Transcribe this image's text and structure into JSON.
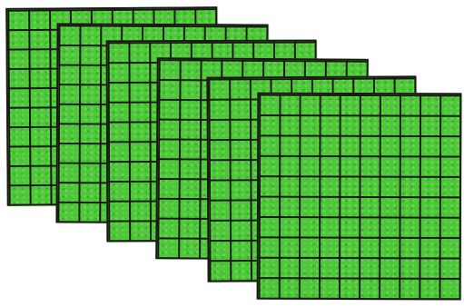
{
  "figure": {
    "description_shown": false,
    "grids": [
      {
        "id": "grid-1",
        "rows": 10,
        "cols": 10
      },
      {
        "id": "grid-2",
        "rows": 10,
        "cols": 10
      },
      {
        "id": "grid-3",
        "rows": 10,
        "cols": 10
      },
      {
        "id": "grid-4",
        "rows": 10,
        "cols": 10
      },
      {
        "id": "grid-5",
        "rows": 10,
        "cols": 10
      },
      {
        "id": "grid-6",
        "rows": 10,
        "cols": 10
      }
    ],
    "colors": {
      "fill": "#4ec83a",
      "line": "#1a1a14",
      "background": "#ffffff"
    }
  }
}
